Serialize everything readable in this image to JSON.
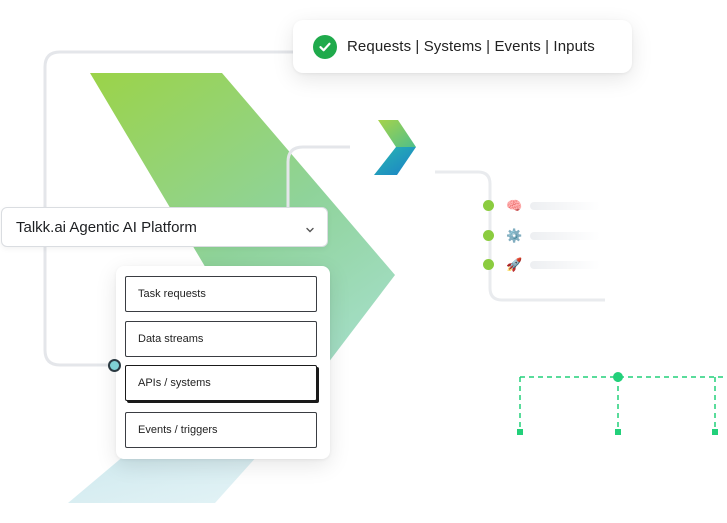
{
  "banner": {
    "text": "Requests | Systems | Events | Inputs",
    "icon": "check-circle-icon",
    "icon_color": "#1faa4b"
  },
  "platform": {
    "label": "Talkk.ai Agentic AI Platform",
    "icon": "chevron-down-icon"
  },
  "options": [
    {
      "label": "Task requests",
      "active": false
    },
    {
      "label": "Data streams",
      "active": false
    },
    {
      "label": "APIs / systems",
      "active": true
    },
    {
      "label": "Events / triggers",
      "active": false
    }
  ],
  "outputs": [
    {
      "icon": "brain-icon",
      "glyph": "🧠"
    },
    {
      "icon": "gear-icon",
      "glyph": "⚙️"
    },
    {
      "icon": "rocket-icon",
      "glyph": "🚀"
    }
  ],
  "colors": {
    "accent_green": "#8bcc3f",
    "accent_teal": "#2fc2b0",
    "node_green": "#22d07a",
    "line_gray": "#e4e6ea"
  }
}
